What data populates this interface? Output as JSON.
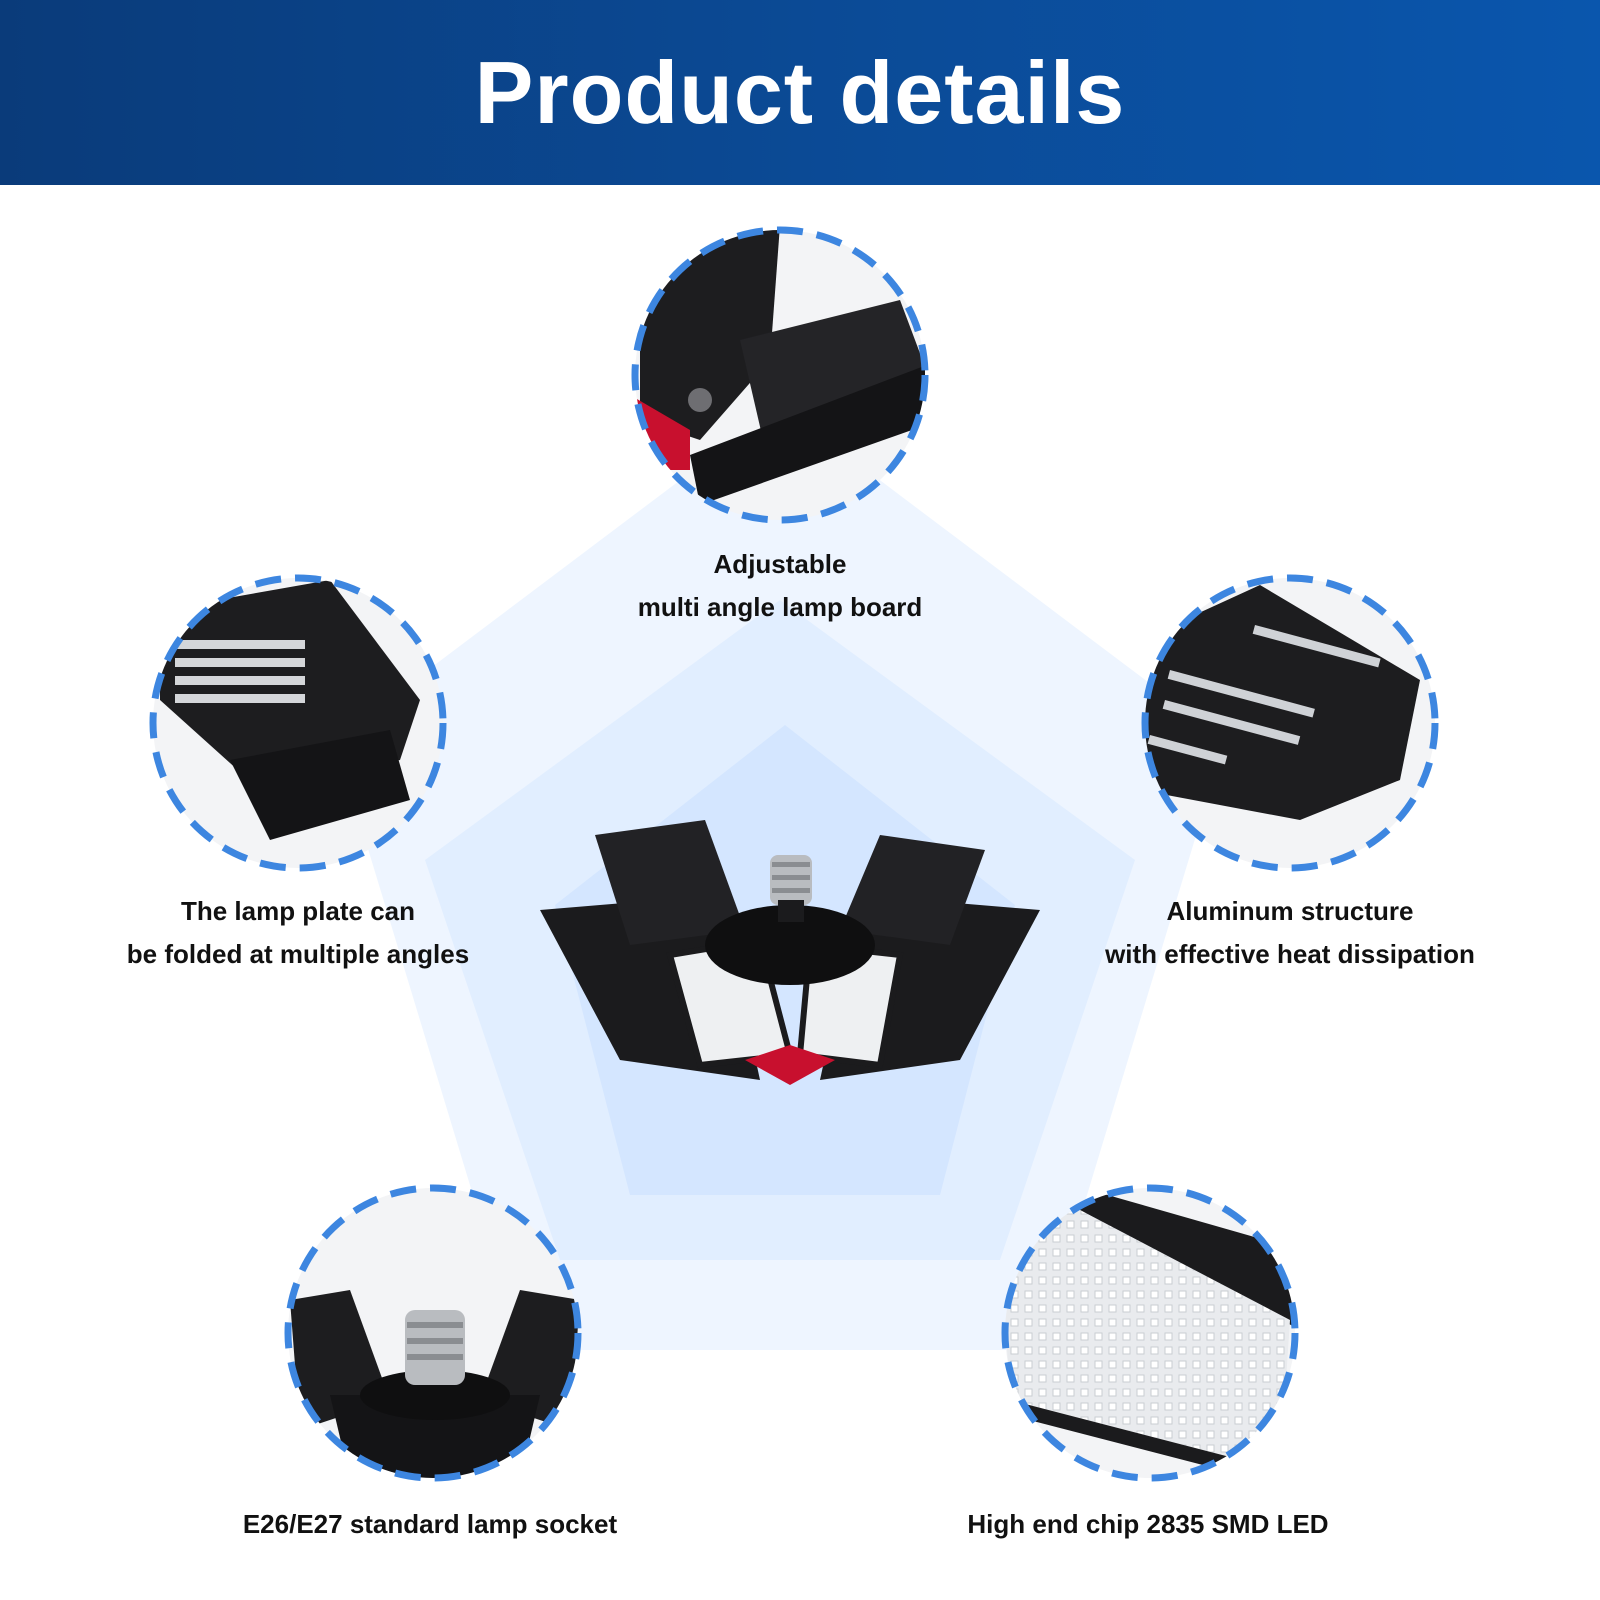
{
  "header": {
    "title": "Product details"
  },
  "colors": {
    "banner": "#0b4a95",
    "dash_ring": "#3d86e0",
    "pentagon_outer": "#eef5ff",
    "pentagon_mid": "#e1eeff",
    "pentagon_inner": "#cfe2ff"
  },
  "features": [
    {
      "line1": "Adjustable",
      "line2": "multi angle lamp board"
    },
    {
      "line1": "The lamp plate can",
      "line2": "be folded at multiple angles"
    },
    {
      "line1": "Aluminum structure",
      "line2": "with effective heat dissipation"
    },
    {
      "line1": "E26/E27 standard lamp socket",
      "line2": ""
    },
    {
      "line1": "High end chip 2835 SMD LED",
      "line2": ""
    }
  ]
}
